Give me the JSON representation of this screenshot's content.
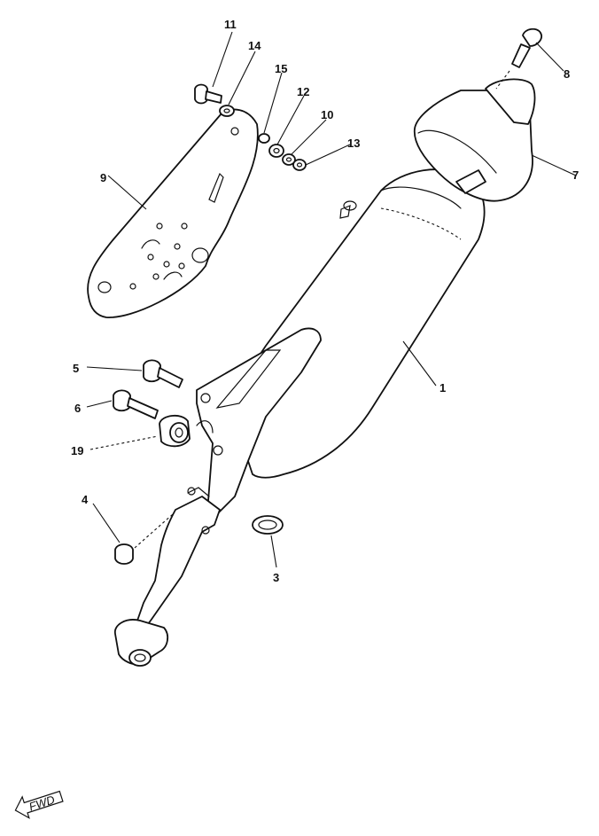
{
  "callouts": [
    {
      "id": "1",
      "label": "1"
    },
    {
      "id": "3",
      "label": "3"
    },
    {
      "id": "4",
      "label": "4"
    },
    {
      "id": "5",
      "label": "5"
    },
    {
      "id": "6",
      "label": "6"
    },
    {
      "id": "7",
      "label": "7"
    },
    {
      "id": "8",
      "label": "8"
    },
    {
      "id": "9",
      "label": "9"
    },
    {
      "id": "10",
      "label": "10"
    },
    {
      "id": "11",
      "label": "11"
    },
    {
      "id": "12",
      "label": "12"
    },
    {
      "id": "13",
      "label": "13"
    },
    {
      "id": "14",
      "label": "14"
    },
    {
      "id": "15",
      "label": "15"
    },
    {
      "id": "19",
      "label": "19"
    }
  ],
  "direction_marker": {
    "label": "FWD",
    "icon": "forward-arrow-icon"
  }
}
